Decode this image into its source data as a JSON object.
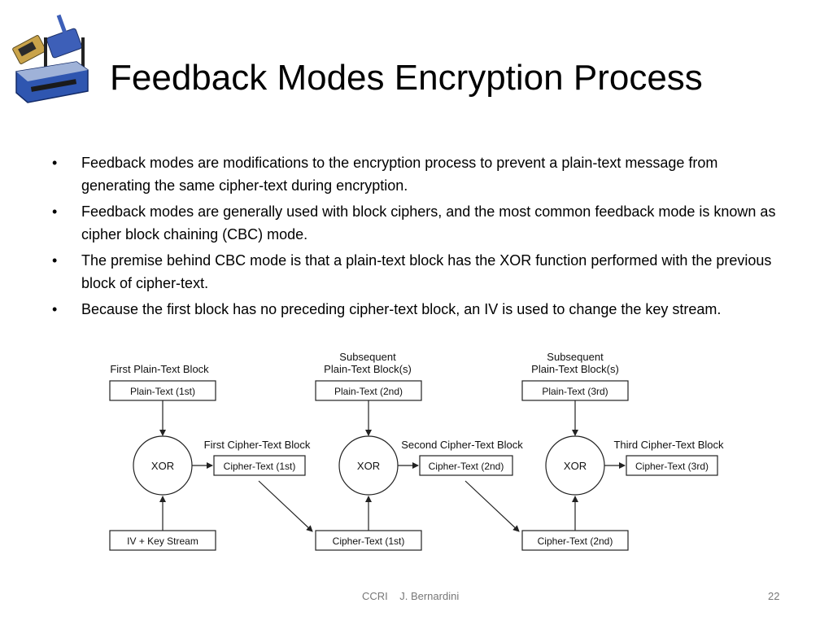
{
  "title": "Feedback Modes Encryption Process",
  "logo_icon": "wireless-router-icon",
  "bullets": [
    "Feedback modes are modifications to the encryption process to prevent a plain-text message from generating the same cipher-text during encryption.",
    "Feedback modes are generally used with block ciphers, and the most common feedback mode is known as cipher block chaining (CBC) mode.",
    "The premise behind CBC mode is that a plain-text block has the XOR function performed with the previous block of cipher-text.",
    "Because the first block has no preceding cipher-text block, an IV is used to change the key stream."
  ],
  "bullet_marker": "•",
  "diagram": {
    "headings": {
      "first": "First Plain-Text Block",
      "subsequent_1_line1": "Subsequent",
      "subsequent_1_line2": "Plain-Text Block(s)",
      "subsequent_2_line1": "Subsequent",
      "subsequent_2_line2": "Plain-Text Block(s)"
    },
    "plain_boxes": [
      "Plain-Text (1st)",
      "Plain-Text (2nd)",
      "Plain-Text (3rd)"
    ],
    "xor_label": "XOR",
    "cipher_labels": [
      "First Cipher-Text Block",
      "Second Cipher-Text Block",
      "Third Cipher-Text Block"
    ],
    "cipher_boxes": [
      "Cipher-Text (1st)",
      "Cipher-Text (2nd)",
      "Cipher-Text (3rd)"
    ],
    "bottom_boxes": [
      "IV + Key Stream",
      "Cipher-Text (1st)",
      "Cipher-Text (2nd)"
    ]
  },
  "footer": {
    "center": "CCRI    J. Bernardini",
    "page": "22"
  }
}
